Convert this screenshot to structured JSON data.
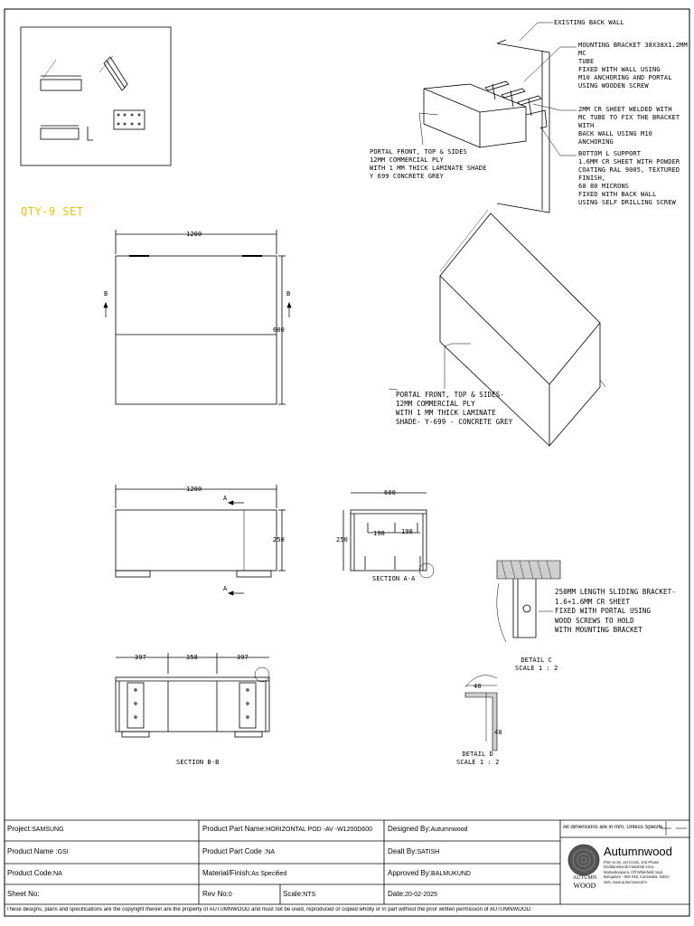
{
  "qty": "QTY-9 SET",
  "iso_callouts": {
    "existing_wall": "EXISTING BACK WALL",
    "mounting_bracket": "MOUNTING BRACKET 38X38X1.2MM MC\nTUBE\nFIXED WITH WALL USING\nM10 ANCHORING AND PORTAL\nUSING WOODEN SCREW",
    "cr_sheet": "2MM CR SHEET WELDED WITH\nMC TUBE TO FIX THE BRACKET WITH\nBACK WALL USING M10 ANCHORING",
    "bottom_support": "BOTTOM L SUPPORT\n1.6MM CR SHEET WITH POWDER\nCOATING RAL 9005, TEXTURED FINISH,\n60 80 MICRONS\nFIXED WITH BACK WALL\nUSING SELF DRILLING SCREW",
    "portal_small": "PORTAL FRONT, TOP & SIDES\n12MM COMMERCIAL PLY\nWITH 1 MM THICK LAMINATE SHADE\nY 699   CONCRETE Grey",
    "portal_large": "PORTAL FRONT, TOP & SIDES-\n12MM COMMERCIAL PLY\nWITH 1 MM THICK LAMINATE\nSHADE- Y-699 -  CONCRETE Grey"
  },
  "dims": {
    "top_w": "1200",
    "top_h": "600",
    "sec_b": "B",
    "front_w": "1200",
    "front_h": "250",
    "sec_a": "A",
    "sa_w": "600",
    "sa_h": "250",
    "sa_c1": "198",
    "sa_c2": "198",
    "sa_label": "SECTION A-A",
    "sb_1": "397",
    "sb_2": "358",
    "sb_3": "397",
    "sb_label": "SECTION B-B",
    "dc_text": "250MM LENGTH SLIDING BRACKET-\n1.6+1.6MM CR SHEET\nFIXED WITH PORTAL USING\nWOOD SCREWS TO HOLD\nWITH MOUNTING BRACKET",
    "dc_label": "DETAIL C\nSCALE 1 : 2",
    "dd_w": "40",
    "dd_h": "40",
    "dd_label": "DETAIL D\nSCALE 1 : 2"
  },
  "title_block": {
    "project_label": "Project:",
    "project": "SAMSUNG",
    "product_name_label": "Product Name :",
    "product_name": "GSI",
    "product_code_label": "Product Code:",
    "product_code": "NA",
    "sheet_label": "Sheet No:",
    "sheet": "",
    "part_name_label": "Product Part Name:",
    "part_name": "HORIZONTAL POD -AV -W1200D600",
    "part_code_label": "Product Part Code :",
    "part_code": "NA",
    "material_label": "Material/Finish:",
    "material": "As Specified",
    "rev_label": "Rev No:",
    "rev": "0",
    "scale_label": "Scale:",
    "scale": "NTS",
    "designed_label": "Designed By:",
    "designed": "Autumnwood",
    "dealt_label": "Dealt By:",
    "dealt": "SATISH",
    "approved_label": "Approved By:",
    "approved": "BALMUKUND",
    "date_label": "Date:",
    "date": "20-02-2025",
    "note": "All dimensions are in mm, Unless Specified"
  },
  "logo": {
    "name": "Autumnwood",
    "address": "Plot no 26, 1st Cross, 2nd Phase\nDoddanekundi Industrial Area,\nMahadevapura, Off Whitefield road,\nBangalore - 560 048, Karnataka, INDIA\nweb: www.autumnwood.in",
    "emblem_top": "AUTUMN",
    "emblem_bottom": "WOOD"
  },
  "footer": "These designs, plans and specifications are the copyright therein are the property of AUTUMNWOOD and must not be used, reproduced or copied wholly or in part without the prior written permission of AUTUMNWOOD."
}
